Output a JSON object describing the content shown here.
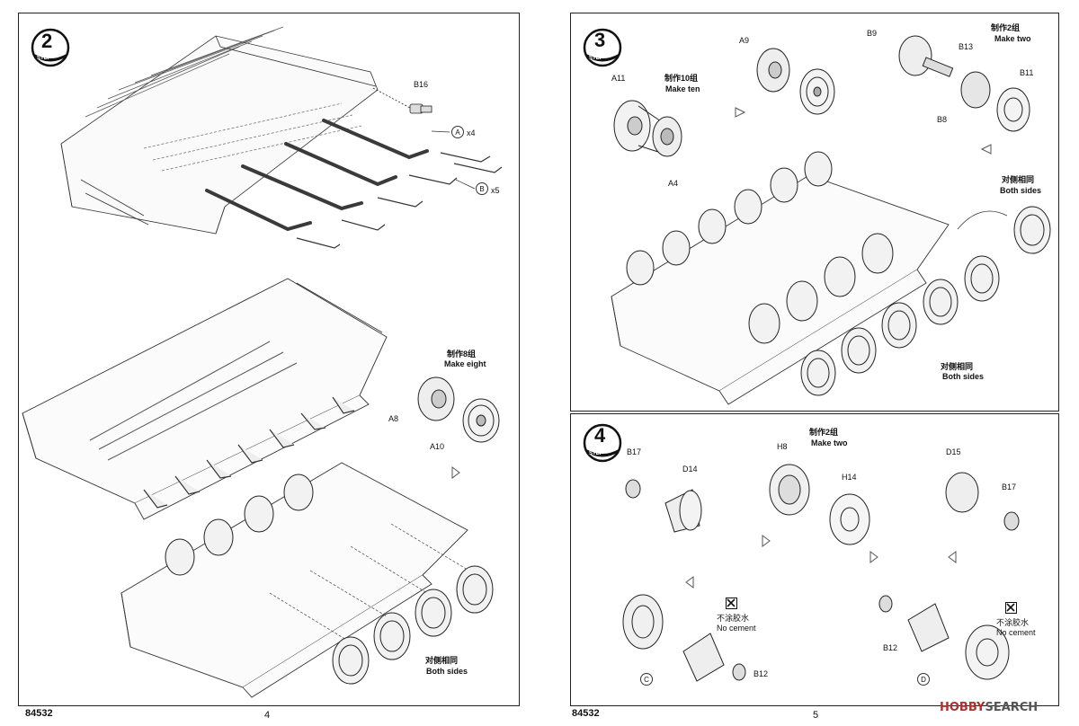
{
  "left_page": {
    "step2": {
      "step_word": "STEP",
      "number": "2"
    },
    "parts": {
      "b16": "B16",
      "a_circle": "A",
      "a_count": "x4",
      "b_circle": "B",
      "b_count": "x5",
      "a8": "A8",
      "a10": "A10"
    },
    "make_eight_cn": "制作8组",
    "make_eight_en": "Make eight",
    "both_sides_cn": "对侧相同",
    "both_sides_en": "Both sides",
    "model_no": "84532",
    "page_no": "4"
  },
  "right_page": {
    "step3": {
      "step_word": "STEP",
      "number": "3",
      "parts": {
        "a11": "A11",
        "a4": "A4",
        "a9": "A9",
        "b9": "B9",
        "b13": "B13",
        "b11": "B11",
        "b8": "B8"
      },
      "make_ten_cn": "制作10组",
      "make_ten_en": "Make ten",
      "make_two_cn": "制作2组",
      "make_two_en": "Make two",
      "both_sides_top_cn": "对侧相同",
      "both_sides_top_en": "Both sides",
      "both_sides_bottom_cn": "对侧相同",
      "both_sides_bottom_en": "Both sides"
    },
    "step4": {
      "step_word": "STEP",
      "number": "4",
      "parts": {
        "b17_left": "B17",
        "d14": "D14",
        "h8": "H8",
        "h14": "H14",
        "d15": "D15",
        "b17_right": "B17",
        "b12_left": "B12",
        "b12_right": "B12"
      },
      "make_two_cn": "制作2组",
      "make_two_en": "Make two",
      "no_cement_left_cn": "不涂胶水",
      "no_cement_left_en": "No cement",
      "no_cement_right_cn": "不涂胶水",
      "no_cement_right_en": "No cement",
      "circle_c": "C",
      "circle_d": "D"
    },
    "model_no": "84532",
    "page_no": "5"
  },
  "watermark": {
    "brand": "HOBBY",
    "suffix": "SEARCH"
  }
}
